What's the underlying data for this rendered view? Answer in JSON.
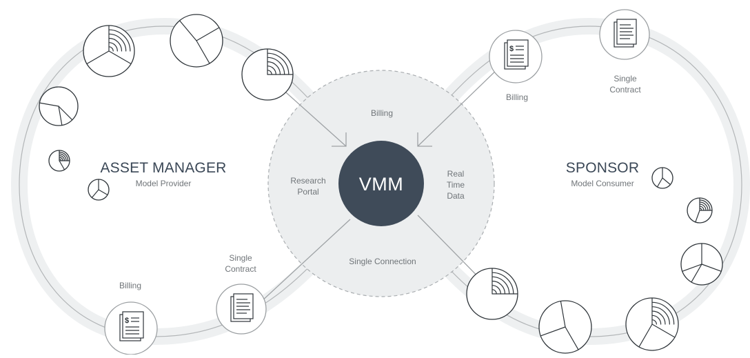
{
  "center": {
    "label": "VMM",
    "top_label": "Billing",
    "left_label": [
      "Research",
      "Portal"
    ],
    "right_label": [
      "Real",
      "Time",
      "Data"
    ],
    "bottom_label": "Single Connection"
  },
  "left_party": {
    "title": "ASSET MANAGER",
    "subtitle": "Model Provider",
    "billing_label": "Billing",
    "contract_label": [
      "Single",
      "Contract"
    ]
  },
  "right_party": {
    "title": "SPONSOR",
    "subtitle": "Model Consumer",
    "billing_label": "Billing",
    "contract_label": [
      "Single",
      "Contract"
    ]
  },
  "icons": {
    "portfolio": "pie-chart-icon",
    "billing": "billing-document-icon",
    "contract": "contract-document-icon"
  },
  "colors": {
    "center_circle": "#3f4b59",
    "hub_fill": "#eceeef",
    "ring_band": "#eef0f1",
    "ring_line": "#b2b5b7",
    "icon_stroke": "#2d3338"
  }
}
